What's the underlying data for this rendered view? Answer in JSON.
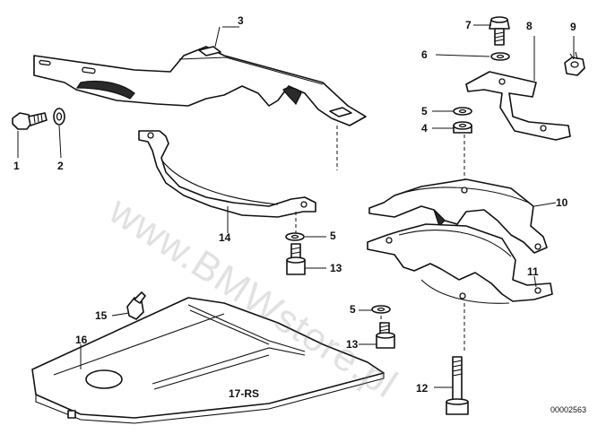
{
  "callouts": {
    "c1": "1",
    "c2": "2",
    "c3": "3",
    "c4": "4",
    "c5a": "5",
    "c5b": "5",
    "c5c": "5",
    "c6": "6",
    "c7": "7",
    "c8": "8",
    "c9": "9",
    "c10": "10",
    "c11": "11",
    "c12": "12",
    "c13a": "13",
    "c13b": "13",
    "c14": "14",
    "c15": "15",
    "c16": "16",
    "c17": "17-RS"
  },
  "reference_number": "00002563",
  "watermark": "www.BMWstore.pl"
}
